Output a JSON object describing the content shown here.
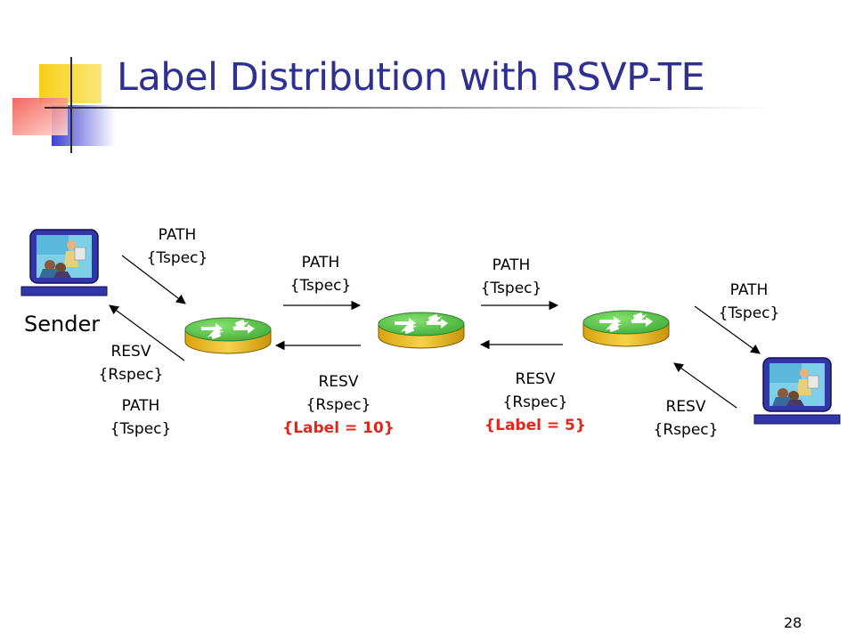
{
  "slide": {
    "title": "Label Distribution with RSVP-TE",
    "page_number": "28",
    "sender_label": "Sender",
    "colors": {
      "title": "#2e3192",
      "label_highlight": "#e3261c",
      "router_top": "#5bc84a",
      "router_side": "#e8b818",
      "deco_yellow": "#f7d117",
      "deco_blue": "#3d3fd1",
      "deco_red": "#f2574e"
    }
  },
  "labels": {
    "path_sender": {
      "l1": "PATH",
      "l2": "{Tspec}"
    },
    "resv_sender": {
      "l1": "RESV",
      "l2": "{Rspec}"
    },
    "path_sender_2": {
      "l1": "PATH",
      "l2": "{Tspec}"
    },
    "path_r1_r2": {
      "l1": "PATH",
      "l2": "{Tspec}"
    },
    "path_r2_r3": {
      "l1": "PATH",
      "l2": "{Tspec}"
    },
    "path_r3_recv": {
      "l1": "PATH",
      "l2": "{Tspec}"
    },
    "resv_r2_r1": {
      "l1": "RESV",
      "l2": "{Rspec}",
      "l3": "{Label = 10}"
    },
    "resv_r3_r2": {
      "l1": "RESV",
      "l2": "{Rspec}",
      "l3": "{Label = 5}"
    },
    "resv_recv": {
      "l1": "RESV",
      "l2": "{Rspec}"
    }
  },
  "nodes": {
    "sender_icon": "computer-icon",
    "receiver_icon": "computer-icon",
    "router_icon": "router-icon"
  }
}
